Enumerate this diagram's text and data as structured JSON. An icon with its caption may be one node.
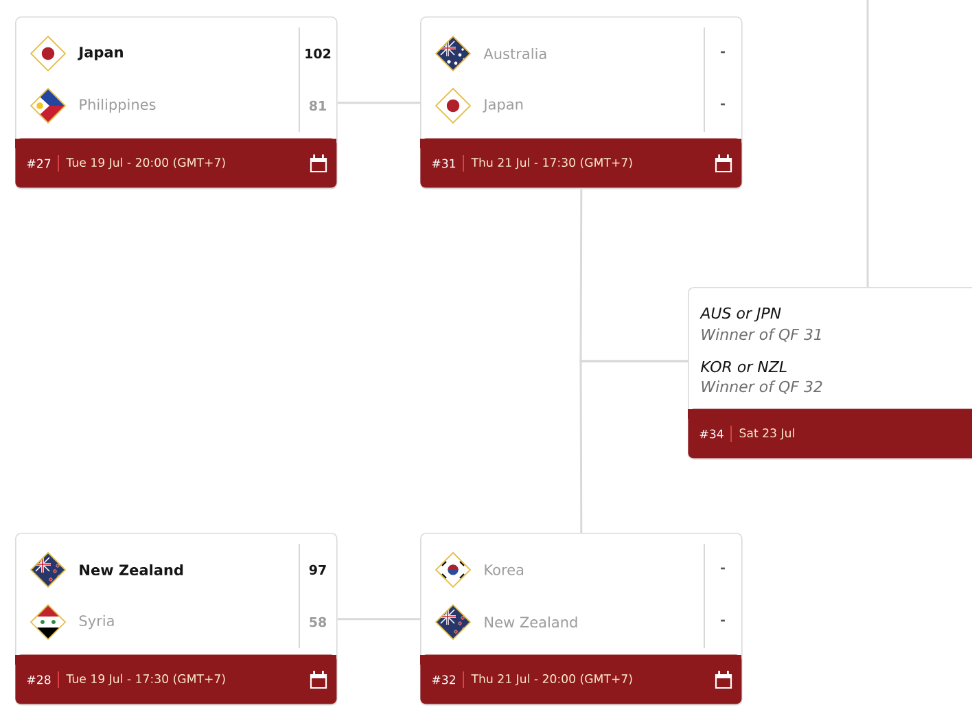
{
  "diagram": {
    "nodes": [
      {
        "text": [
          "Japan",
          "102",
          "Philippines",
          "81"
        ]
      },
      {
        "text": [
          "#27",
          "Tue 19 Jul - 20:00 (GMT+7)"
        ],
        "in": 0
      },
      {
        "text": [
          "Australia",
          "-",
          "Japan",
          "-"
        ]
      },
      {
        "text": [
          "#31",
          "Thu 21 Jul - 17:30 (GMT+7)"
        ],
        "in": 2
      },
      {
        "text": [
          "AUS or JPN",
          "Winner of QF 31",
          "KOR or NZL",
          "Winner of QF 32"
        ]
      },
      {
        "text": [
          "#34",
          "Sat 23 Jul"
        ],
        "in": 4
      },
      {
        "text": [
          "New Zealand",
          "97",
          "Syria",
          "58"
        ]
      },
      {
        "text": [
          "#28",
          "Tue 19 Jul - 17:30 (GMT+7)"
        ],
        "in": 6
      },
      {
        "text": [
          "Korea",
          "-",
          "New Zealand",
          "-"
        ]
      },
      {
        "text": [
          "#32",
          "Thu 21 Jul - 20:00 (GMT+7)"
        ],
        "in": 8
      }
    ],
    "edges": [
      {
        "from": 0,
        "to": 2,
        "arrow": "none"
      },
      {
        "from": 2,
        "to": 4,
        "arrow": "none"
      },
      {
        "from": 8,
        "to": 4,
        "arrow": "none"
      },
      {
        "from": 6,
        "to": 8,
        "arrow": "none"
      },
      {
        "from": null,
        "to": 4,
        "arrow": "none"
      }
    ]
  }
}
